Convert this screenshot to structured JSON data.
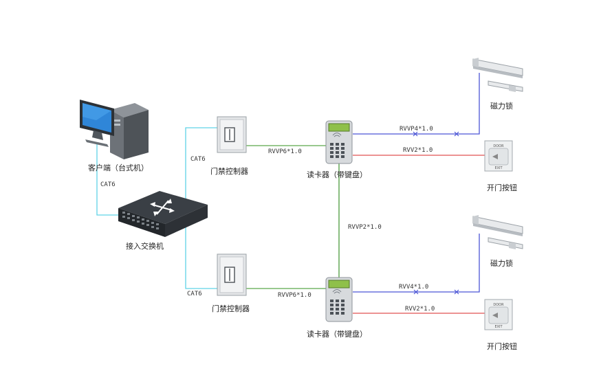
{
  "nodes": {
    "client": "客户端（台式机）",
    "switch": "接入交换机",
    "controller_top": "门禁控制器",
    "controller_bottom": "门禁控制器",
    "reader_top": "读卡器（带键盘）",
    "reader_bottom": "读卡器（带键盘）",
    "maglock_top": "磁力锁",
    "maglock_bottom": "磁力锁",
    "button_top": "开门按钮",
    "button_bottom": "开门按钮",
    "button_face_text_1": "DOOR",
    "button_face_text_2": "EXIT"
  },
  "cables": {
    "client_switch": "CAT6",
    "switch_ctrl_top": "CAT6",
    "switch_ctrl_bottom": "CAT6",
    "ctrl_reader_top": "RVVP6*1.0",
    "ctrl_reader_bottom": "RVVP6*1.0",
    "reader_reader": "RVVP2*1.0",
    "reader_maglock_top": "RVVP4*1.0",
    "reader_button_top": "RVV2*1.0",
    "reader_maglock_bottom": "RVV4*1.0",
    "reader_button_bottom": "RVV2*1.0"
  },
  "colors": {
    "cat6": "#5fd3e6",
    "rvvp6": "#5aa84a",
    "rvvp2": "#4c9a3c",
    "lock_line": "#4a55d6",
    "button_line": "#e05050"
  }
}
